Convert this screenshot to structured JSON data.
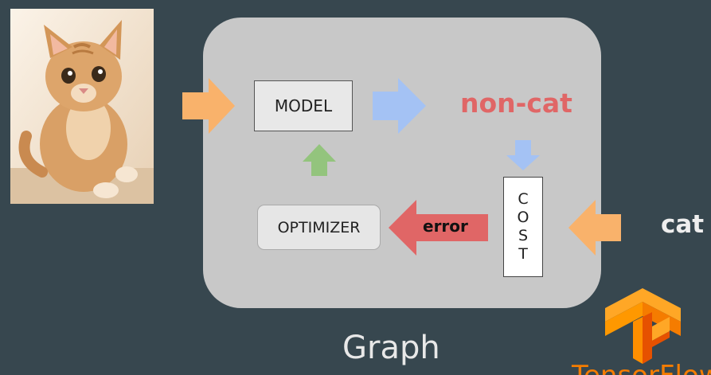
{
  "diagram": {
    "model_label": "MODEL",
    "optimizer_label": "OPTIMIZER",
    "cost_letters": [
      "C",
      "O",
      "S",
      "T"
    ],
    "prediction_label": "non-cat",
    "target_label": "cat",
    "error_label": "error",
    "graph_title": "Graph"
  },
  "logo": {
    "text": "TensorFlow",
    "color": "#f57c00"
  },
  "colors": {
    "background": "#37474f",
    "panel": "#c8c8c8",
    "input_arrow": "#f9b26b",
    "output_arrow": "#a4c2f4",
    "update_arrow": "#93c47d",
    "error_arrow": "#e06666",
    "prediction_text": "#e06666"
  },
  "icons": {
    "photo": "kitten-photo",
    "logo": "tensorflow-logo-icon"
  }
}
